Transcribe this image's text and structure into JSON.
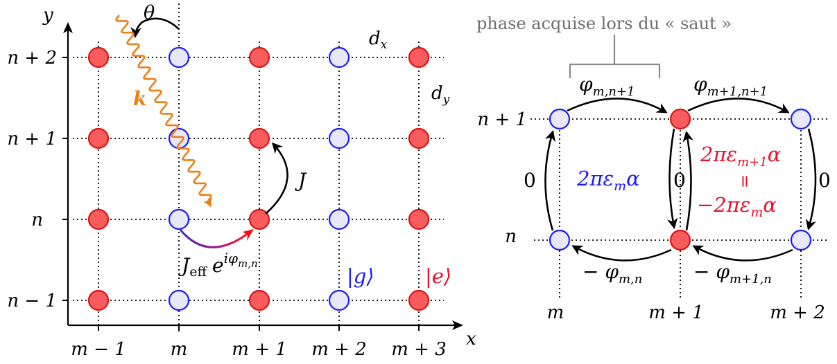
{
  "left_panel": {
    "axis_x_label": "x",
    "axis_y_label": "y",
    "theta_label": "θ",
    "wavevector_label": "k",
    "hopping_label": "J",
    "effective_hopping": {
      "base": "J",
      "sub": "eff",
      "exp_base": "e",
      "exp_main": "iφ",
      "exp_sub": "m,n"
    },
    "ground_state_label": "|g⟩",
    "excited_state_label": "|e⟩",
    "dx_label": {
      "base": "d",
      "sub": "x"
    },
    "dy_label": {
      "base": "d",
      "sub": "y"
    },
    "column_labels": [
      "m − 1",
      "m",
      "m + 1",
      "m + 2",
      "m + 3"
    ],
    "row_labels": [
      "n + 2",
      "n + 1",
      "n",
      "n − 1"
    ],
    "column_states": [
      "e",
      "g",
      "e",
      "g",
      "e"
    ]
  },
  "right_panel": {
    "title": "phase acquise lors du  « saut »",
    "phase_top_left": {
      "base": "φ",
      "sub": "m,n+1"
    },
    "phase_top_right": {
      "base": "φ",
      "sub": "m+1,n+1"
    },
    "phase_bottom_left": {
      "base": "− φ",
      "sub": "m,n"
    },
    "phase_bottom_right": {
      "base": "− φ",
      "sub": "m+1,n"
    },
    "zero_label": "0",
    "flux_left": {
      "pre": "2πε",
      "sub": "m",
      "post": "α"
    },
    "flux_right_top": {
      "pre": "2πε",
      "sub": "m+1",
      "post": "α"
    },
    "flux_right_equals": "=",
    "flux_right_bottom": {
      "pre": "−2πε",
      "sub": "m",
      "post": "α"
    },
    "column_labels": [
      "m",
      "m + 1",
      "m + 2"
    ],
    "row_labels": [
      "n + 1",
      "n"
    ]
  },
  "colors": {
    "ground": "#1a1aff",
    "excited": "#e8102a",
    "laser": "#f07d12"
  }
}
